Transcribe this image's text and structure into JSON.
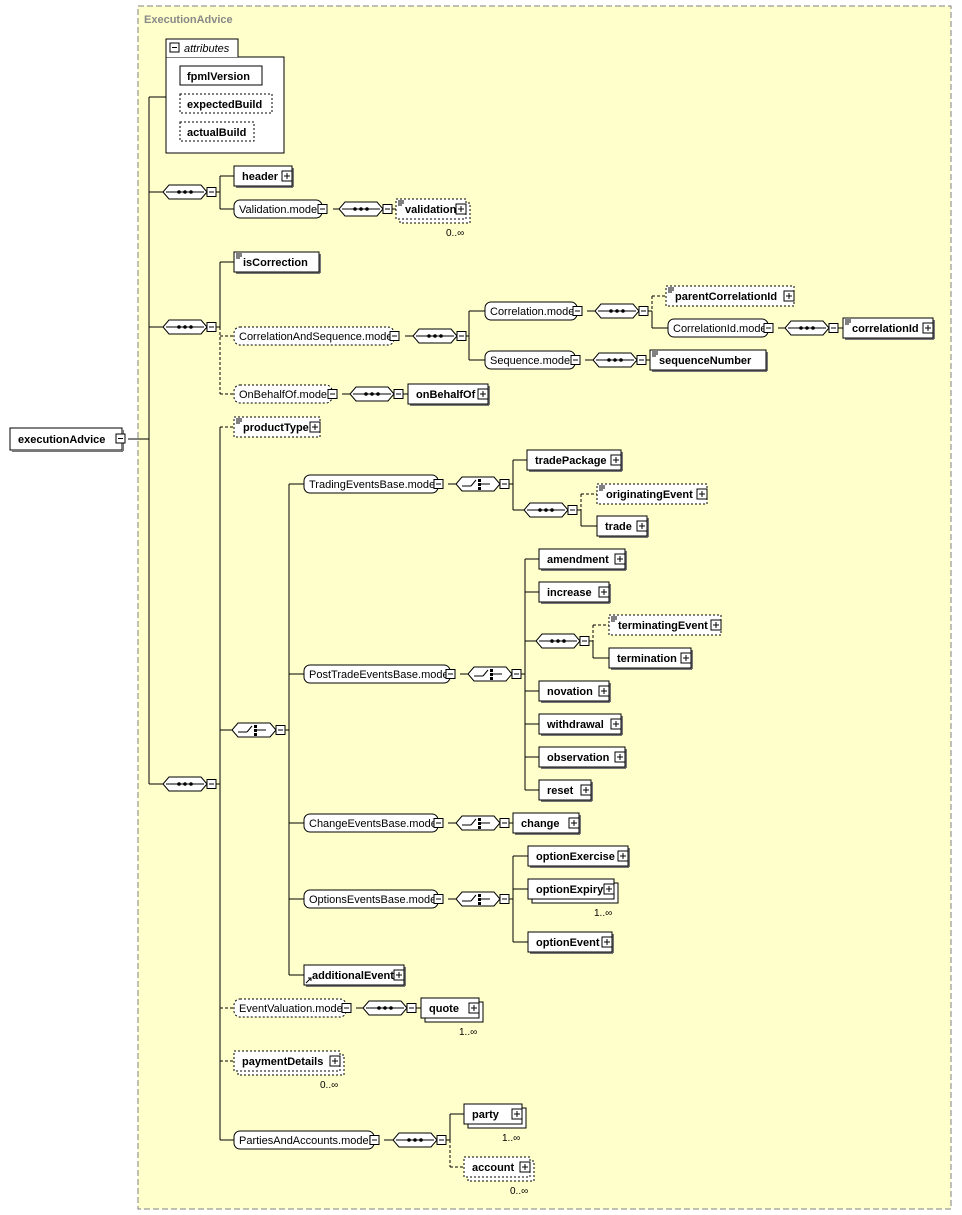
{
  "type_name": "ExecutionAdvice",
  "root": "executionAdvice",
  "attributes_label": "attributes",
  "attributes": [
    "fpmlVersion",
    "expectedBuild",
    "actualBuild"
  ],
  "elements": {
    "header": "header",
    "validation_model": "Validation.model",
    "validation": "validation",
    "validation_occ": "0..∞",
    "isCorrection": "isCorrection",
    "correlation_and_sequence_model": "CorrelationAndSequence.model",
    "correlation_model": "Correlation.model",
    "parentCorrelationId": "parentCorrelationId",
    "correlationId_model": "CorrelationId.model",
    "correlationId": "correlationId",
    "sequence_model": "Sequence.model",
    "sequenceNumber": "sequenceNumber",
    "onBehalfOf_model": "OnBehalfOf.model",
    "onBehalfOf": "onBehalfOf",
    "productType": "productType",
    "trading_events_model": "TradingEventsBase.model",
    "tradePackage": "tradePackage",
    "originatingEvent": "originatingEvent",
    "trade": "trade",
    "post_trade_events_model": "PostTradeEventsBase.model",
    "amendment": "amendment",
    "increase": "increase",
    "terminatingEvent": "terminatingEvent",
    "termination": "termination",
    "novation": "novation",
    "withdrawal": "withdrawal",
    "observation": "observation",
    "reset": "reset",
    "change_events_model": "ChangeEventsBase.model",
    "change": "change",
    "options_events_model": "OptionsEventsBase.model",
    "optionExercise": "optionExercise",
    "optionExpiry": "optionExpiry",
    "optionExpiry_occ": "1..∞",
    "optionEvent": "optionEvent",
    "additionalEvent": "additionalEvent",
    "event_valuation_model": "EventValuation.model",
    "quote": "quote",
    "quote_occ": "1..∞",
    "paymentDetails": "paymentDetails",
    "paymentDetails_occ": "0..∞",
    "parties_and_accounts_model": "PartiesAndAccounts.model",
    "party": "party",
    "party_occ": "1..∞",
    "account": "account",
    "account_occ": "0..∞"
  },
  "colors": {
    "background": "#ffffcc",
    "box_fill": "#ffffff",
    "line": "#000000",
    "frame": "#808080",
    "title": "#888888"
  }
}
